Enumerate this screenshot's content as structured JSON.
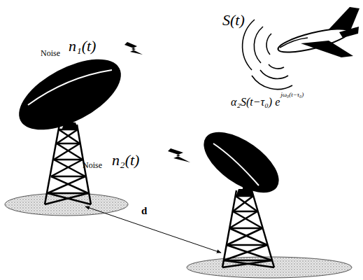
{
  "diagram": {
    "labels": [
      "Noise",
      "n₁(t)",
      "S(t)",
      "α₂S(t−τ₀)",
      "e",
      "jω₀(t−τ₀)",
      "Noise",
      "n₂(t)",
      "d"
    ]
  }
}
